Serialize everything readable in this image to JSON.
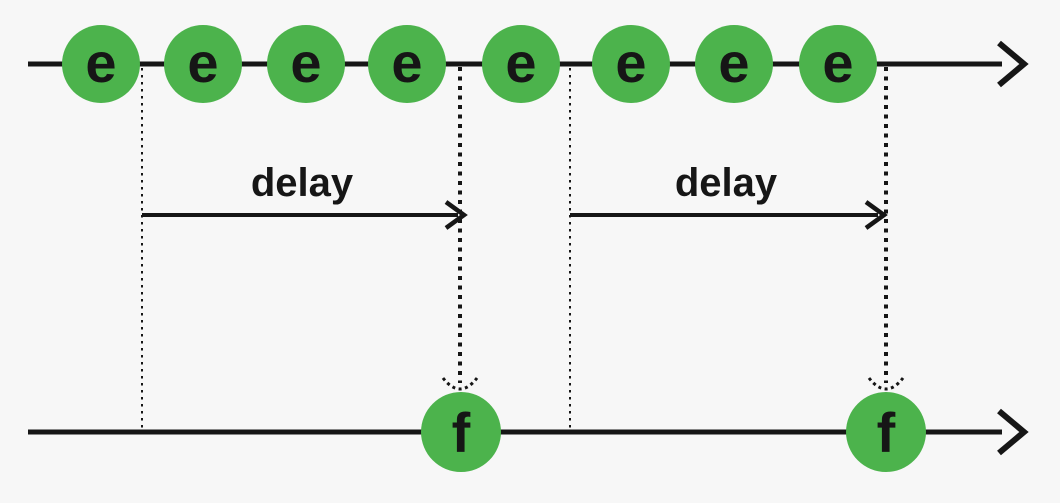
{
  "diagram": {
    "title": "marble-diagram-delay",
    "background_color": "#f7f7f7",
    "event_color": "#4cb34c",
    "stroke_color": "#161616",
    "source_stream": {
      "events": [
        {
          "label": "e"
        },
        {
          "label": "e"
        },
        {
          "label": "e"
        },
        {
          "label": "e"
        },
        {
          "label": "e"
        },
        {
          "label": "e"
        },
        {
          "label": "e"
        },
        {
          "label": "e"
        }
      ]
    },
    "delay_annotations": [
      {
        "label": "delay"
      },
      {
        "label": "delay"
      }
    ],
    "result_stream": {
      "events": [
        {
          "label": "f"
        },
        {
          "label": "f"
        }
      ]
    }
  }
}
